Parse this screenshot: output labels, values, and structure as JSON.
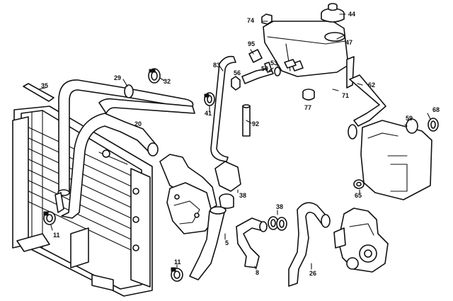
{
  "diagram": {
    "callouts": {
      "c35": "35",
      "c29": "29",
      "c32": "32",
      "c20": "20",
      "c41": "41",
      "c83": "83",
      "c74": "74",
      "c95": "95",
      "c56": "56",
      "c50": "50",
      "c53": "53",
      "c44": "44",
      "c47": "47",
      "c62": "62",
      "c71": "71",
      "c77": "77",
      "c92": "92",
      "c59": "59",
      "c68": "68",
      "c65": "65",
      "c38a": "38",
      "c38b": "38",
      "c11a": "11",
      "c11b": "11",
      "c5": "5",
      "c8": "8",
      "c26": "26"
    }
  }
}
